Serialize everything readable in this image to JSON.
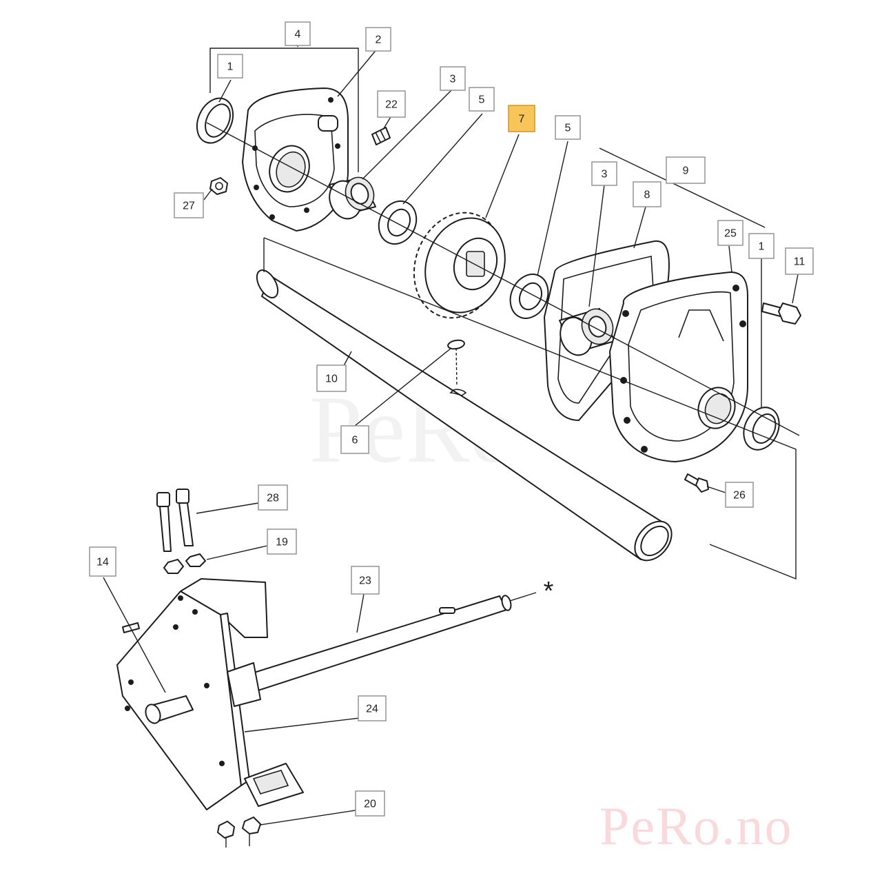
{
  "diagram": {
    "callouts": [
      {
        "id": "c4",
        "label": "4"
      },
      {
        "id": "c2",
        "label": "2"
      },
      {
        "id": "c1a",
        "label": "1"
      },
      {
        "id": "c3a",
        "label": "3"
      },
      {
        "id": "c22",
        "label": "22"
      },
      {
        "id": "c5a",
        "label": "5"
      },
      {
        "id": "c7",
        "label": "7",
        "highlight": true
      },
      {
        "id": "c5b",
        "label": "5"
      },
      {
        "id": "c9",
        "label": "9"
      },
      {
        "id": "c3b",
        "label": "3"
      },
      {
        "id": "c8",
        "label": "8"
      },
      {
        "id": "c27",
        "label": "27"
      },
      {
        "id": "c25",
        "label": "25"
      },
      {
        "id": "c1b",
        "label": "1"
      },
      {
        "id": "c11",
        "label": "11"
      },
      {
        "id": "c10",
        "label": "10"
      },
      {
        "id": "c6",
        "label": "6"
      },
      {
        "id": "c26",
        "label": "26"
      },
      {
        "id": "c28",
        "label": "28"
      },
      {
        "id": "c19",
        "label": "19"
      },
      {
        "id": "c14",
        "label": "14"
      },
      {
        "id": "c23",
        "label": "23"
      },
      {
        "id": "c24",
        "label": "24"
      },
      {
        "id": "c20",
        "label": "20"
      }
    ],
    "asterisk": "*",
    "highlight_color": "#f8c55a"
  },
  "watermark": {
    "center": "PeRo",
    "corner": "PeRo.no"
  }
}
